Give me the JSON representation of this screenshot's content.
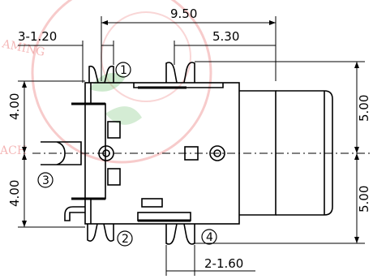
{
  "dimensions": {
    "overall_length": "9.50",
    "pin_spacing_top": "3-1.20",
    "right_offset": "5.30",
    "bottom_pin_spacing": "2-1.60",
    "left_upper": "4.00",
    "left_lower": "4.00",
    "right_upper": "5.00",
    "right_lower": "5.00"
  },
  "pins": [
    "1",
    "2",
    "3",
    "4"
  ],
  "watermark": {
    "upper": "AMING",
    "lower": "ACH"
  },
  "colors": {
    "line": "#000000",
    "watermark": "#e03030",
    "watermark_leaf": "#6fbf6f"
  }
}
